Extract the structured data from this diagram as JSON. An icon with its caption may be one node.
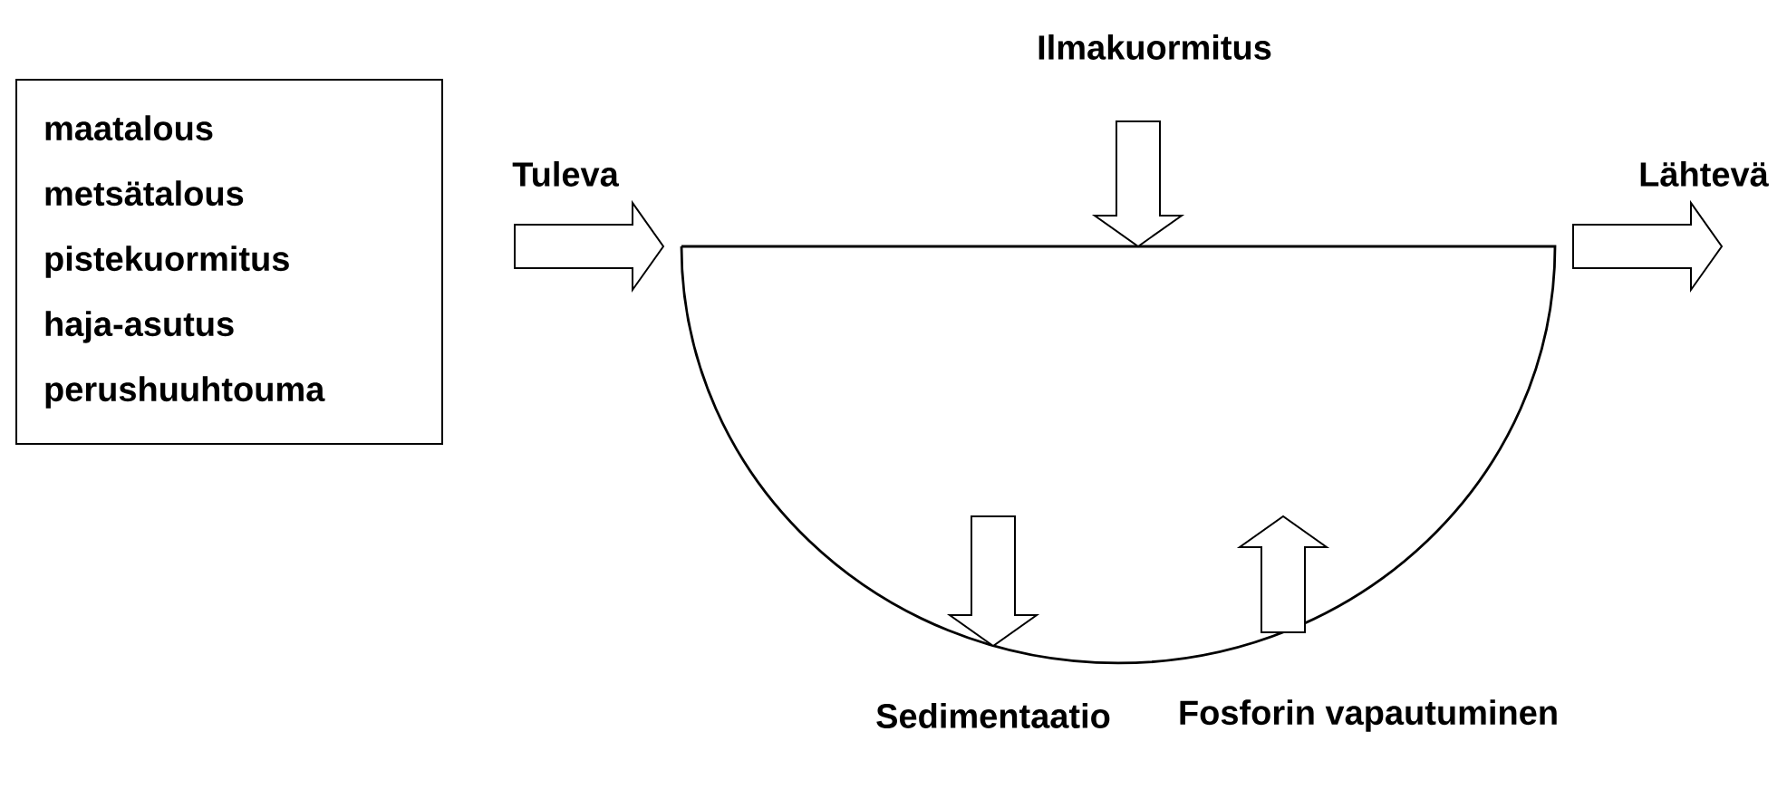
{
  "diagram": {
    "nodes": [
      {
        "text": [
          "maatalous",
          "metsätalous",
          "pistekuormitus",
          "haja-asutus",
          "perushuuhtouma"
        ]
      },
      {
        "text": [],
        "shape": "semicircle"
      }
    ],
    "edges": [
      {
        "from": null,
        "to": 1,
        "arrow": "to",
        "label": "Tuleva"
      },
      {
        "from": 1,
        "to": null,
        "arrow": "to",
        "label": "Lähtevä"
      },
      {
        "from": null,
        "to": 1,
        "arrow": "to",
        "label": "Ilmakuormitus"
      },
      {
        "from": null,
        "to": 1,
        "arrow": "to",
        "label": "Sedimentaatio"
      },
      {
        "from": 1,
        "to": null,
        "arrow": "to",
        "label": "Fosforin vapautuminen"
      }
    ]
  }
}
